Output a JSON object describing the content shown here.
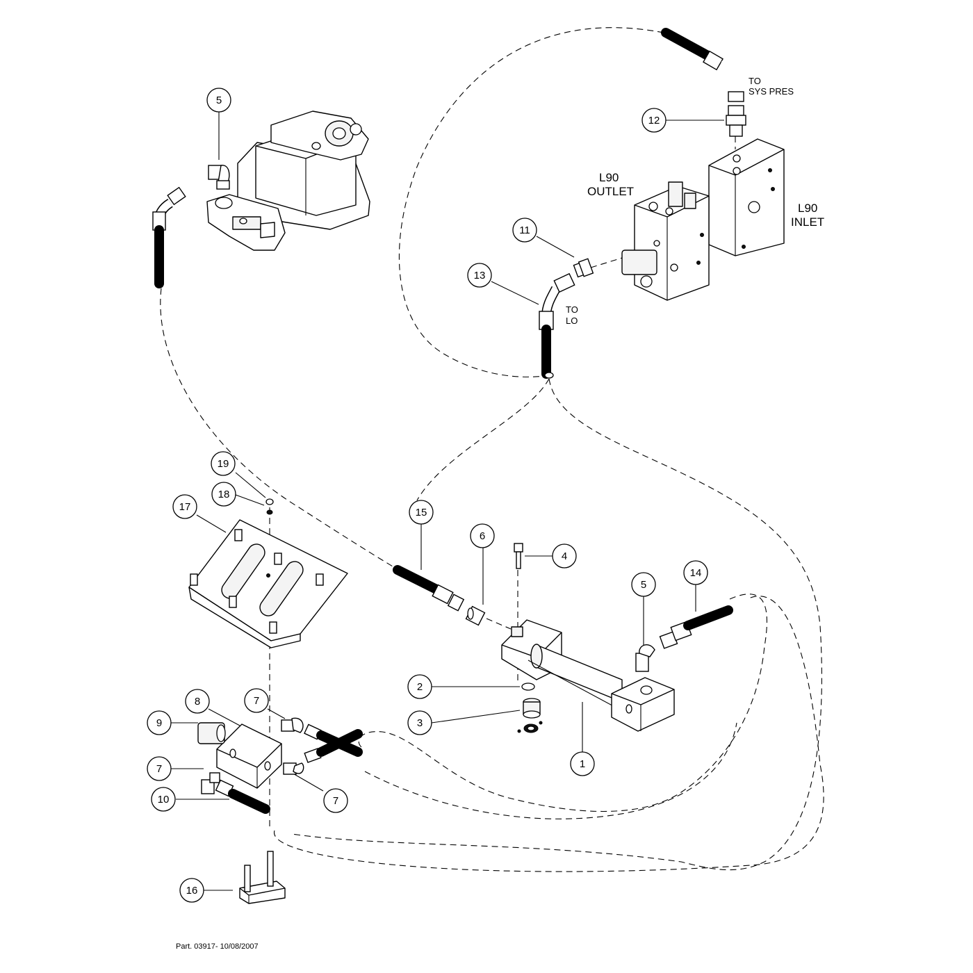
{
  "labels": {
    "to_sys_pres_line1": "TO",
    "to_sys_pres_line2": "SYS PRES",
    "l90_outlet_line1": "L90",
    "l90_outlet_line2": "OUTLET",
    "l90_inlet_line1": "L90",
    "l90_inlet_line2": "INLET",
    "to_lo_line1": "TO",
    "to_lo_line2": "LO"
  },
  "callouts": {
    "c1": "1",
    "c2": "2",
    "c3": "3",
    "c4": "4",
    "c5a": "5",
    "c5b": "5",
    "c6": "6",
    "c7a": "7",
    "c7b": "7",
    "c7c": "7",
    "c8": "8",
    "c9": "9",
    "c10": "10",
    "c11": "11",
    "c12": "12",
    "c13": "13",
    "c14": "14",
    "c15": "15",
    "c16": "16",
    "c17": "17",
    "c18": "18",
    "c19": "19"
  },
  "footer": "Part. 03917- 10/08/2007"
}
